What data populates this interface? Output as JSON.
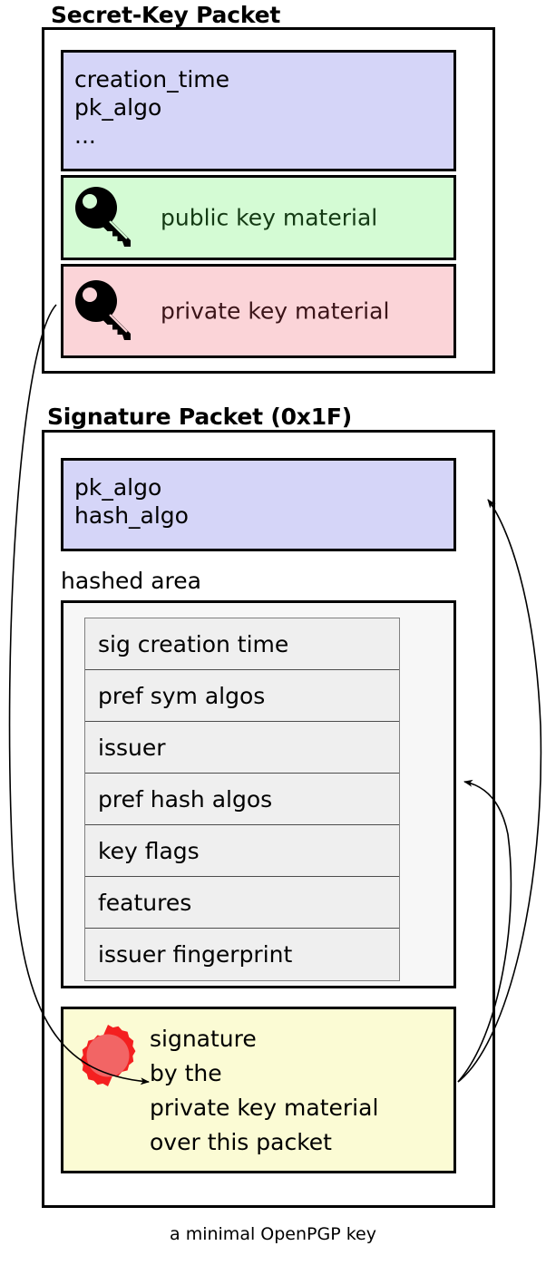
{
  "caption": "a minimal OpenPGP key",
  "colors": {
    "header_fill": "#d5d5f8",
    "public_fill": "#d4fbd4",
    "private_fill": "#fbd4d8",
    "signature_fill": "#fbfbd4",
    "hashed_area_fill": "#f7f7f7",
    "hashed_item_fill": "#efefef",
    "seal_outer": "#f42020",
    "seal_inner": "#f26565",
    "stroke": "#000000"
  },
  "packets": [
    {
      "title": "Secret-Key Packet",
      "fields": [
        {
          "name": "key-header",
          "lines": [
            "creation_time",
            "pk_algo",
            "..."
          ],
          "fill": "#d5d5f8"
        },
        {
          "name": "public-key-material",
          "label": "public key material",
          "icon": "key-icon",
          "fill": "#d4fbd4"
        },
        {
          "name": "private-key-material",
          "label": "private key material",
          "icon": "key-icon",
          "fill": "#fbd4d8"
        }
      ]
    },
    {
      "title": "Signature Packet (0x1F)",
      "fields": [
        {
          "name": "sig-header",
          "lines": [
            "pk_algo",
            "hash_algo"
          ],
          "fill": "#d5d5f8"
        },
        {
          "name": "hashed-area",
          "label": "hashed area",
          "items": [
            "sig creation time",
            "pref sym algos",
            "issuer",
            "pref hash algos",
            "key flags",
            "features",
            "issuer fingerprint"
          ]
        },
        {
          "name": "signature",
          "lines": [
            "signature",
            "by the",
            "private key material",
            "over this packet"
          ],
          "icon": "wax-seal-icon",
          "fill": "#fbfbd4"
        }
      ]
    }
  ],
  "arrows": [
    {
      "name": "private-key-to-signature",
      "from": "private-key-material",
      "to": "signature",
      "side": "left"
    },
    {
      "name": "signature-covers-sig-header",
      "from": "signature",
      "to": "sig-header",
      "side": "right"
    },
    {
      "name": "signature-covers-hashed-area",
      "from": "signature",
      "to": "hashed-area",
      "side": "right"
    }
  ],
  "text": {
    "key_header_lines": "creation_time\npk_algo\n...",
    "public_key_label": "public key material",
    "private_key_label": "private key material",
    "sig_header_lines": "pk_algo\nhash_algo",
    "hashed_area_label": "hashed area",
    "signature_lines": "signature\nby the\nprivate key material\nover this packet"
  }
}
